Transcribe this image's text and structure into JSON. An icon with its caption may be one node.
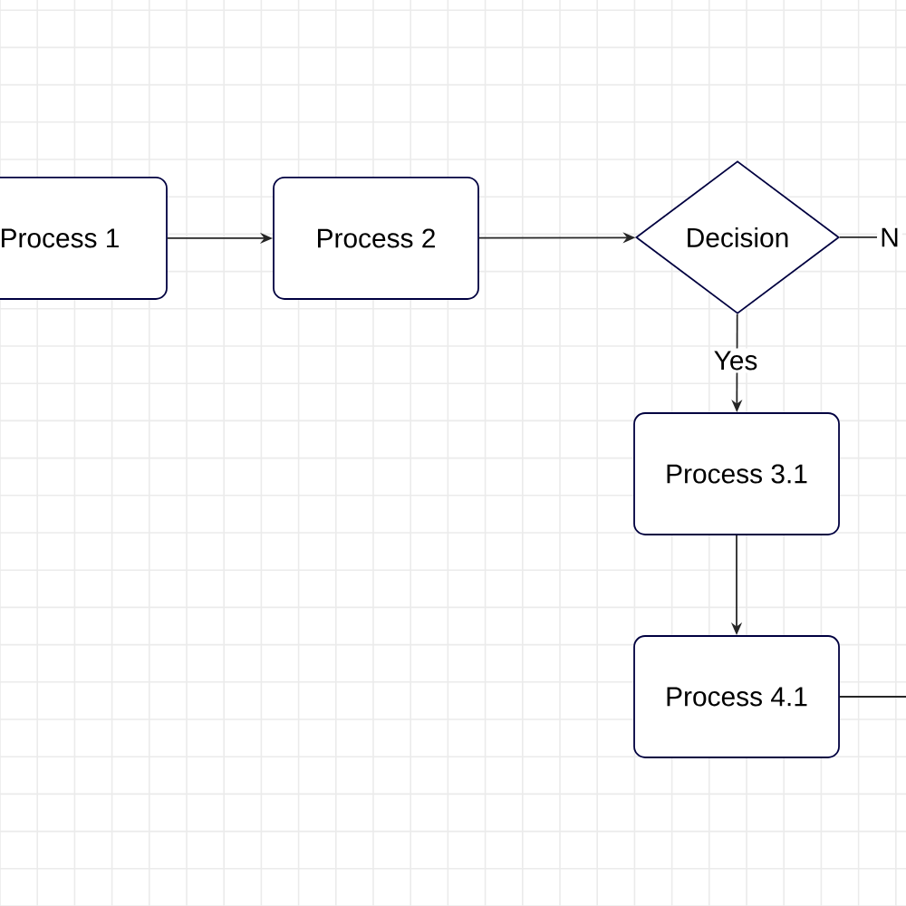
{
  "diagram": {
    "nodes": [
      {
        "text": [
          "Process 1"
        ]
      },
      {
        "text": [
          "Process 2"
        ]
      },
      {
        "text": [
          "Decision"
        ]
      },
      {
        "text": [
          "Process 3.1"
        ]
      },
      {
        "text": [
          "Process 4.1"
        ]
      }
    ],
    "edges": [
      {
        "from": 0,
        "to": 1,
        "arrow": "to"
      },
      {
        "from": 1,
        "to": 2,
        "arrow": "to"
      },
      {
        "from": 2,
        "to": null,
        "arrow": "none",
        "label": "N"
      },
      {
        "from": 2,
        "to": 3,
        "arrow": "to",
        "label": "Yes"
      },
      {
        "from": 3,
        "to": 4,
        "arrow": "to"
      },
      {
        "from": 4,
        "to": null,
        "arrow": "none"
      }
    ]
  }
}
